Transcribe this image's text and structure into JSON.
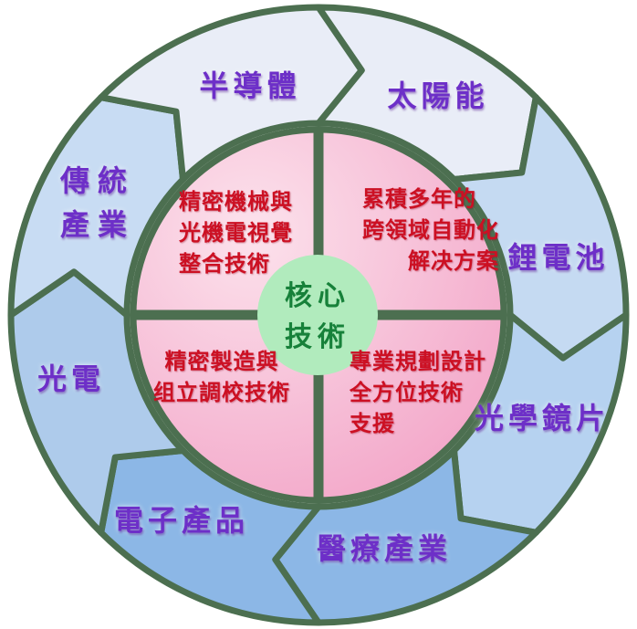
{
  "diagram_title": "核心技術",
  "center": {
    "text": "核心技術",
    "lines": [
      "核心",
      "技術"
    ]
  },
  "quadrants": [
    {
      "position": "top-left",
      "lines": [
        "精密機械與",
        "光機電視覺",
        "整合技術"
      ]
    },
    {
      "position": "top-right",
      "lines": [
        "累積多年的",
        "跨領域自動化",
        "解决方案"
      ]
    },
    {
      "position": "bottom-left",
      "lines": [
        "精密製造與",
        "组立調校技術"
      ]
    },
    {
      "position": "bottom-right",
      "lines": [
        "專業規劃設計",
        "全方位技術",
        "支援"
      ]
    }
  ],
  "segments": [
    {
      "id": "solar",
      "label": "太陽能",
      "fill": "#E9EDF7"
    },
    {
      "id": "lithium-battery",
      "label": "鋰電池",
      "fill": "#C5DAF2"
    },
    {
      "id": "optical-lens",
      "label": "光學鏡片",
      "fill": "#B6D2F0"
    },
    {
      "id": "medical",
      "label": "醫療產業",
      "fill": "#8CB7E6"
    },
    {
      "id": "electronics",
      "label": "電子產品",
      "fill": "#8CB7E6"
    },
    {
      "id": "optoelectronics",
      "label": "光電",
      "fill": "#AECBEB"
    },
    {
      "id": "traditional",
      "label": "傳統產業",
      "fill": "#C8DCF3",
      "lines": [
        "傳統",
        "產業"
      ]
    },
    {
      "id": "semiconductor",
      "label": "半導體",
      "fill": "#E9EDF7"
    }
  ],
  "colors": {
    "line_green": "#4C6F50",
    "center_fill": "#B1EBBD",
    "center_text_green": "#17813A",
    "pink_light": "#FCE2EC",
    "pink_deep": "#F2A2C6",
    "red_text": "#CC1023",
    "purple_text": "#6D2FC8",
    "background": "#FFFFFF"
  }
}
